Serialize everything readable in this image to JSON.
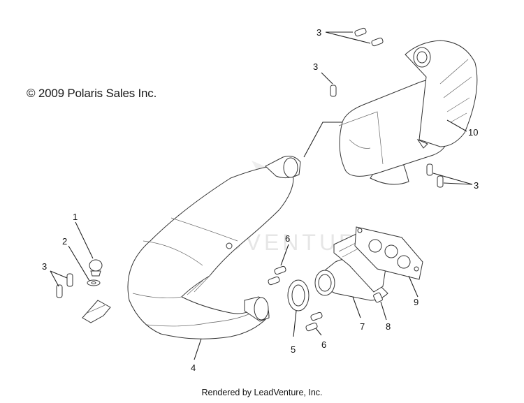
{
  "copyright": "© 2009 Polaris Sales Inc.",
  "footer": "Rendered by LeadVenture, Inc.",
  "watermark": "LEADVENTURE",
  "callouts": [
    "1",
    "2",
    "3",
    "3",
    "3",
    "3",
    "4",
    "5",
    "6",
    "6",
    "7",
    "8",
    "9",
    "10"
  ],
  "colors": {
    "line": "#222222",
    "background": "#ffffff",
    "watermark": "#e6e6e6"
  }
}
